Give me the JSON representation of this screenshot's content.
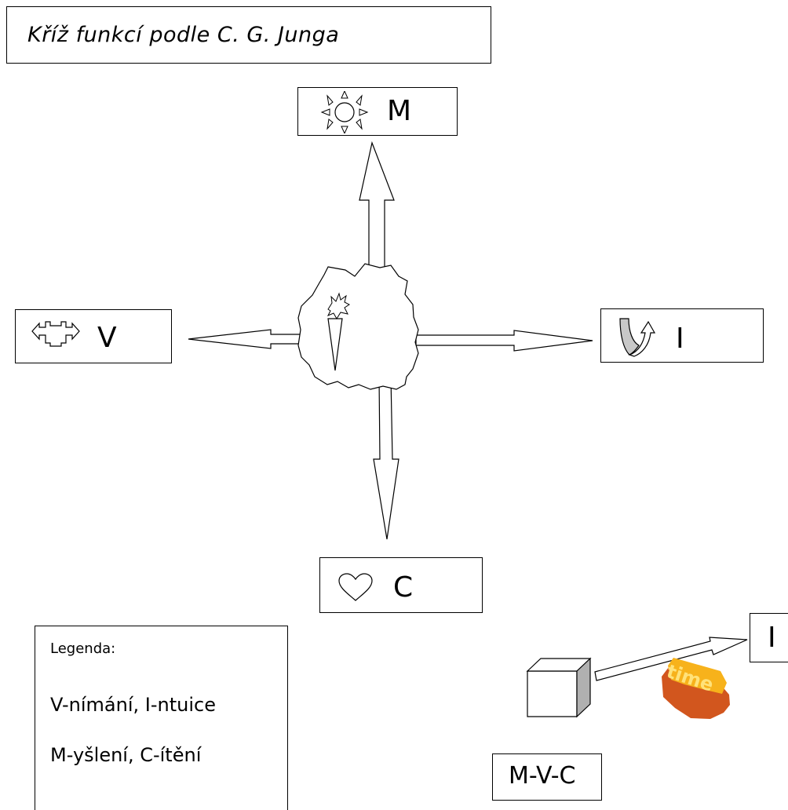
{
  "title": "Kříž funkcí podle C. G. Junga",
  "nodes": {
    "top": {
      "label": "M",
      "icon": "sun-icon"
    },
    "left": {
      "label": "V",
      "icon": "four-way-arrow-icon"
    },
    "right": {
      "label": "I",
      "icon": "curved-up-arrow-icon"
    },
    "bottom": {
      "label": "C",
      "icon": "heart-icon"
    }
  },
  "center": {
    "icon": "rock-with-torch-icon"
  },
  "legend": {
    "heading": "Legenda:",
    "line1": "V-nímání, I-ntuice",
    "line2": "M-yšlení, C-ítění"
  },
  "inset": {
    "target_label": "I",
    "group_label": "M-V-C",
    "cube_icon": "cube-icon",
    "wordart": "time"
  },
  "colors": {
    "stroke": "#000000",
    "fill": "#ffffff",
    "cube_side": "#b0b0b0",
    "ribbon": "#c8c8c8",
    "wordart_front": "#f7b21b",
    "wordart_side": "#d2561e"
  }
}
